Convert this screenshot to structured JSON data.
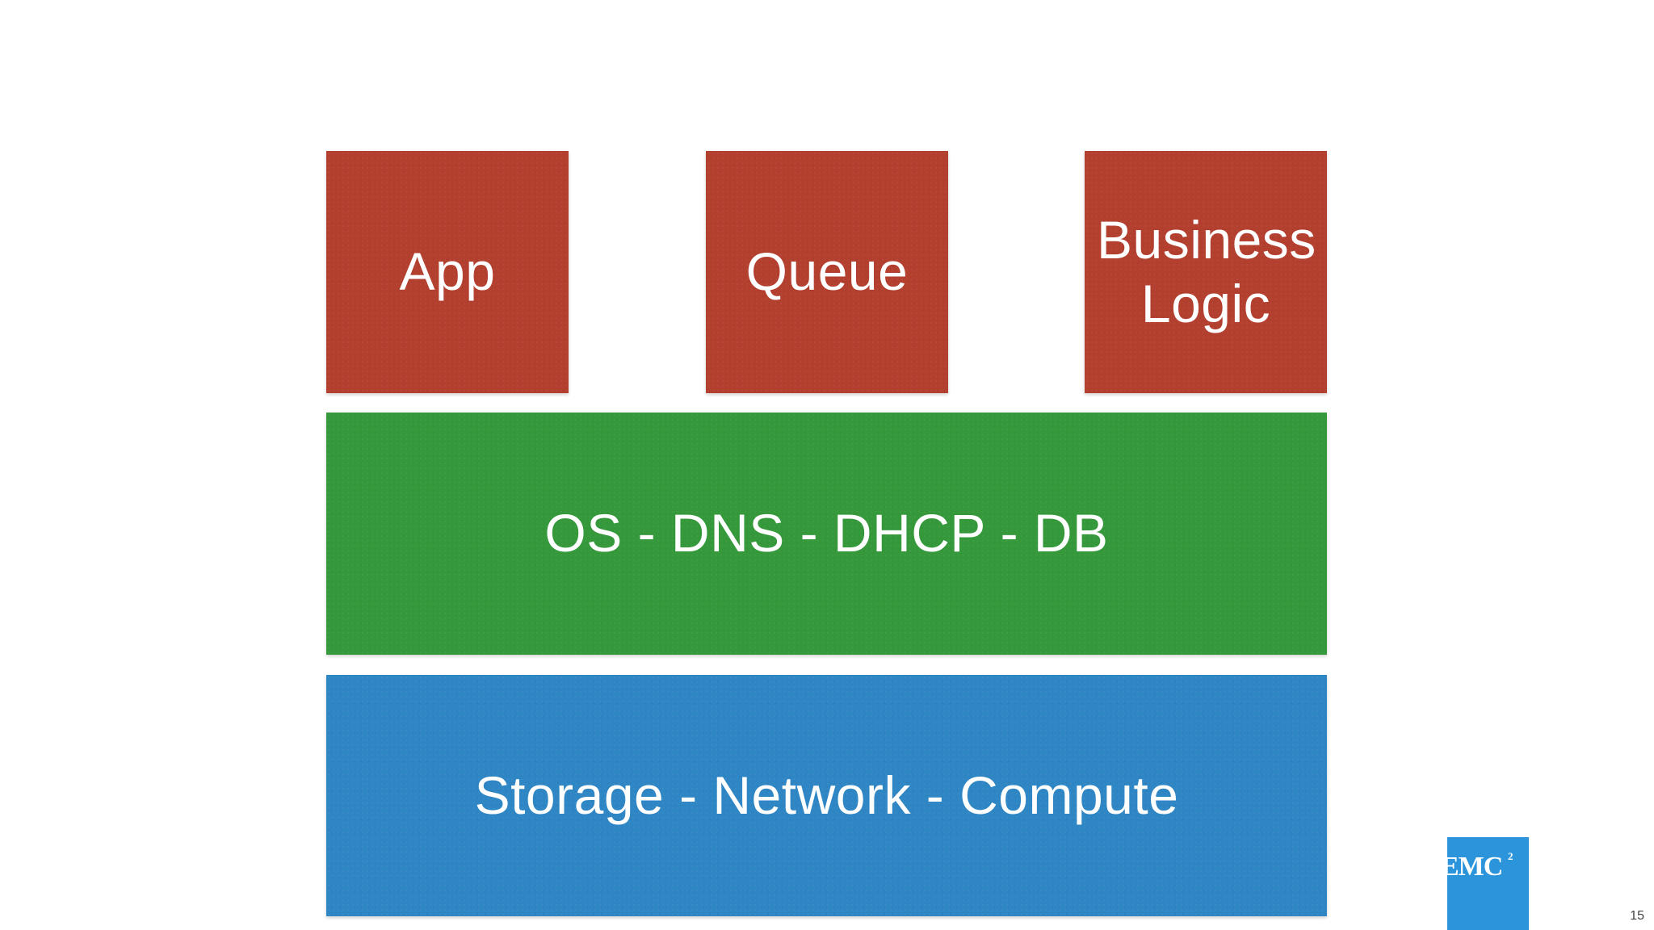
{
  "diagram": {
    "top_row": [
      {
        "label": "App"
      },
      {
        "label": "Queue"
      },
      {
        "label": "Business\nLogic"
      }
    ],
    "middle_layer": {
      "label": "OS - DNS - DHCP - DB"
    },
    "bottom_layer": {
      "label": "Storage - Network - Compute"
    }
  },
  "logo": {
    "text": "EMC",
    "superscript": "2"
  },
  "slide": {
    "page_number": "15"
  },
  "colors": {
    "top_row": "#b33f2f",
    "middle_layer": "#35993c",
    "bottom_layer": "#2f86c4",
    "logo": "#2b94db"
  }
}
